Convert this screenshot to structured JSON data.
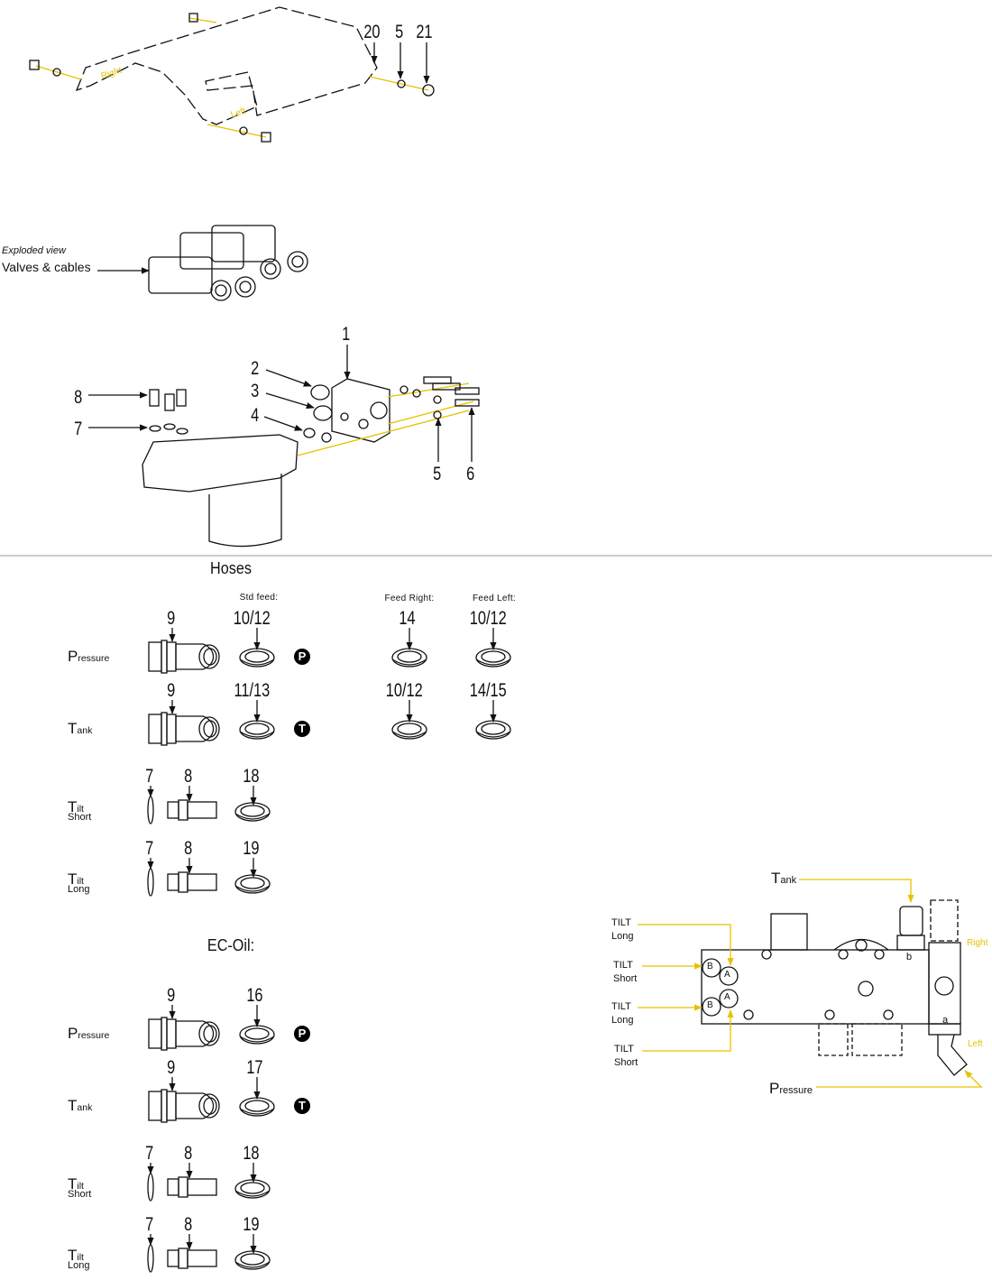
{
  "top_assembly": {
    "callouts": [
      "20",
      "5",
      "21"
    ],
    "label_right": "Right",
    "label_left": "Left"
  },
  "valves": {
    "caption_italic": "Exploded view",
    "caption": "Valves & cables"
  },
  "manifold": {
    "callouts": {
      "c1": "1",
      "c2": "2",
      "c3": "3",
      "c4": "4",
      "c5": "5",
      "c6": "6",
      "c7": "7",
      "c8": "8"
    }
  },
  "hoses": {
    "title": "Hoses",
    "headers": {
      "std": "Std feed:",
      "right": "Feed Right:",
      "left": "Feed Left:"
    },
    "rows": [
      {
        "label": "Pressure",
        "fitting": "9",
        "std": "10/12",
        "badge": "P",
        "feed_right": "14",
        "feed_left": "10/12"
      },
      {
        "label": "Tank",
        "fitting": "9",
        "std": "11/13",
        "badge": "T",
        "feed_right": "10/12",
        "feed_left": "14/15"
      },
      {
        "label": "Tilt",
        "sub": "Short",
        "oring": "7",
        "fitting": "8",
        "hose": "18"
      },
      {
        "label": "Tilt",
        "sub": "Long",
        "oring": "7",
        "fitting": "8",
        "hose": "19"
      }
    ]
  },
  "ec_oil": {
    "title": "EC-Oil:",
    "rows": [
      {
        "label": "Pressure",
        "fitting": "9",
        "std": "16",
        "badge": "P"
      },
      {
        "label": "Tank",
        "fitting": "9",
        "std": "17",
        "badge": "T"
      },
      {
        "label": "Tilt",
        "sub": "Short",
        "oring": "7",
        "fitting": "8",
        "hose": "18"
      },
      {
        "label": "Tilt",
        "sub": "Long",
        "oring": "7",
        "fitting": "8",
        "hose": "19"
      }
    ]
  },
  "port_diagram": {
    "tank": "Tank",
    "pressure": "Pressure",
    "right": "Right",
    "left": "Left",
    "port_b": "b",
    "port_a": "a",
    "tilt_labels": [
      {
        "title": "TILT",
        "sub": "Long"
      },
      {
        "title": "TILT",
        "sub": "Short"
      },
      {
        "title": "TILT",
        "sub": "Long"
      },
      {
        "title": "TILT",
        "sub": "Short"
      }
    ],
    "port_B": "B",
    "port_A": "A"
  },
  "colors": {
    "leader": "#e6c200",
    "line": "#111111"
  }
}
